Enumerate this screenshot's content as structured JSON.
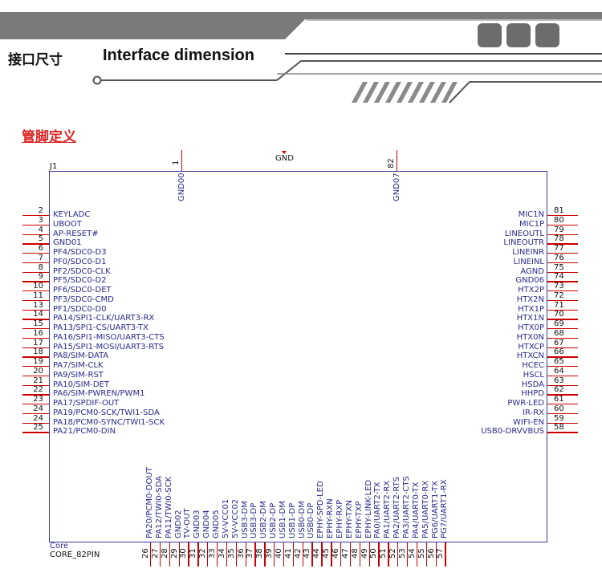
{
  "header": {
    "title_cn": "接口尺寸",
    "title_en": "Interface dimension",
    "section": "管脚定义"
  },
  "chip": {
    "ref": "J1",
    "name": "Core",
    "part": "CORE_82PIN",
    "top_gnd": "GND"
  },
  "top_pins": [
    {
      "num": "1",
      "label": "GND00"
    },
    {
      "num": "82",
      "label": "GND07"
    }
  ],
  "left_pins": [
    {
      "num": "2",
      "label": "KEYLADC"
    },
    {
      "num": "3",
      "label": "UBOOT"
    },
    {
      "num": "4",
      "label": "AP-RESET#"
    },
    {
      "num": "5",
      "label": "GND01"
    },
    {
      "num": "6",
      "label": "PF4/SDC0-D3"
    },
    {
      "num": "7",
      "label": "PF0/SDC0-D1"
    },
    {
      "num": "8",
      "label": "PF2/SDC0-CLK"
    },
    {
      "num": "9",
      "label": "PF5/SDC0-D2"
    },
    {
      "num": "10",
      "label": "PF6/SDC0-DET"
    },
    {
      "num": "11",
      "label": "PF3/SDC0-CMD"
    },
    {
      "num": "13",
      "label": "PF1/SDC0-D0"
    },
    {
      "num": "14",
      "label": "PA14/SPI1-CLK/UART3-RX"
    },
    {
      "num": "15",
      "label": "PA13/SPI1-CS/UART3-TX"
    },
    {
      "num": "16",
      "label": "PA16/SPI1-MISO/UART3-CTS"
    },
    {
      "num": "17",
      "label": "PA15/SPI1-MOSI/UART3-RTS"
    },
    {
      "num": "18",
      "label": "PA8/SIM-DATA"
    },
    {
      "num": "19",
      "label": "PA7/SIM-CLK"
    },
    {
      "num": "20",
      "label": "PA9/SIM-RST"
    },
    {
      "num": "21",
      "label": "PA10/SIM-DET"
    },
    {
      "num": "22",
      "label": "PA6/SIM-PWREN/PWM1"
    },
    {
      "num": "23",
      "label": "PA17/SPDIF-OUT"
    },
    {
      "num": "24",
      "label": "PA19/PCM0-SCK/TWI1-SDA"
    },
    {
      "num": "24",
      "label": "PA18/PCM0-SYNC/TWI1-SCK"
    },
    {
      "num": "25",
      "label": "PA21/PCM0-DIN"
    }
  ],
  "right_pins": [
    {
      "num": "81",
      "label": "MIC1N"
    },
    {
      "num": "80",
      "label": "MIC1P"
    },
    {
      "num": "79",
      "label": "LINEOUTL"
    },
    {
      "num": "78",
      "label": "LINEOUTR"
    },
    {
      "num": "77",
      "label": "LINEINR"
    },
    {
      "num": "76",
      "label": "LINEINL"
    },
    {
      "num": "75",
      "label": "AGND"
    },
    {
      "num": "74",
      "label": "GND06"
    },
    {
      "num": "73",
      "label": "HTX2P"
    },
    {
      "num": "72",
      "label": "HTX2N"
    },
    {
      "num": "71",
      "label": "HTX1P"
    },
    {
      "num": "70",
      "label": "HTX1N"
    },
    {
      "num": "69",
      "label": "HTX0P"
    },
    {
      "num": "68",
      "label": "HTX0N"
    },
    {
      "num": "67",
      "label": "HTXCP"
    },
    {
      "num": "66",
      "label": "HTXCN"
    },
    {
      "num": "65",
      "label": "HCEC"
    },
    {
      "num": "64",
      "label": "HSCL"
    },
    {
      "num": "63",
      "label": "HSDA"
    },
    {
      "num": "62",
      "label": "HHPD"
    },
    {
      "num": "61",
      "label": "PWR-LED"
    },
    {
      "num": "60",
      "label": "IR-RX"
    },
    {
      "num": "59",
      "label": "WIFI-EN"
    },
    {
      "num": "58",
      "label": "USB0-DRVVBUS"
    }
  ],
  "bottom_pins": [
    {
      "num": "26",
      "label": "PA20/PCM0-DOUT"
    },
    {
      "num": "27",
      "label": "PA12/TWI0-SDA"
    },
    {
      "num": "28",
      "label": "PA11/TWI0-SCK"
    },
    {
      "num": "29",
      "label": "GND02"
    },
    {
      "num": "30",
      "label": "TV-OUT"
    },
    {
      "num": "31",
      "label": "GND03"
    },
    {
      "num": "32",
      "label": "GND04"
    },
    {
      "num": "33",
      "label": "GND05"
    },
    {
      "num": "34",
      "label": "5V-VCC01"
    },
    {
      "num": "35",
      "label": "5V-VCC02"
    },
    {
      "num": "36",
      "label": "USB3-DM"
    },
    {
      "num": "37",
      "label": "USB3-DP"
    },
    {
      "num": "38",
      "label": "USB2-DM"
    },
    {
      "num": "39",
      "label": "USB2-DP"
    },
    {
      "num": "40",
      "label": "USB1-DM"
    },
    {
      "num": "41",
      "label": "USB1-DP"
    },
    {
      "num": "42",
      "label": "USB0-DM"
    },
    {
      "num": "43",
      "label": "USB0-DP"
    },
    {
      "num": "44",
      "label": "EPHY-SPD-LED"
    },
    {
      "num": "45",
      "label": "EPHY-RXN"
    },
    {
      "num": "46",
      "label": "EPHY-RXP"
    },
    {
      "num": "47",
      "label": "EPHY-TXN"
    },
    {
      "num": "48",
      "label": "EPHY-TXP"
    },
    {
      "num": "49",
      "label": "EPHY-LINK-LED"
    },
    {
      "num": "50",
      "label": "PA0/UART2-TX"
    },
    {
      "num": "51",
      "label": "PA1/UART2-RX"
    },
    {
      "num": "52",
      "label": "PA2/UART2-RTS"
    },
    {
      "num": "53",
      "label": "PA3/UART2-CTS"
    },
    {
      "num": "54",
      "label": "PA4/UART0-TX"
    },
    {
      "num": "55",
      "label": "PA5/UART0-RX"
    },
    {
      "num": "56",
      "label": "PG6/UART1-TX"
    },
    {
      "num": "57",
      "label": "PG7/UART1-RX"
    }
  ]
}
